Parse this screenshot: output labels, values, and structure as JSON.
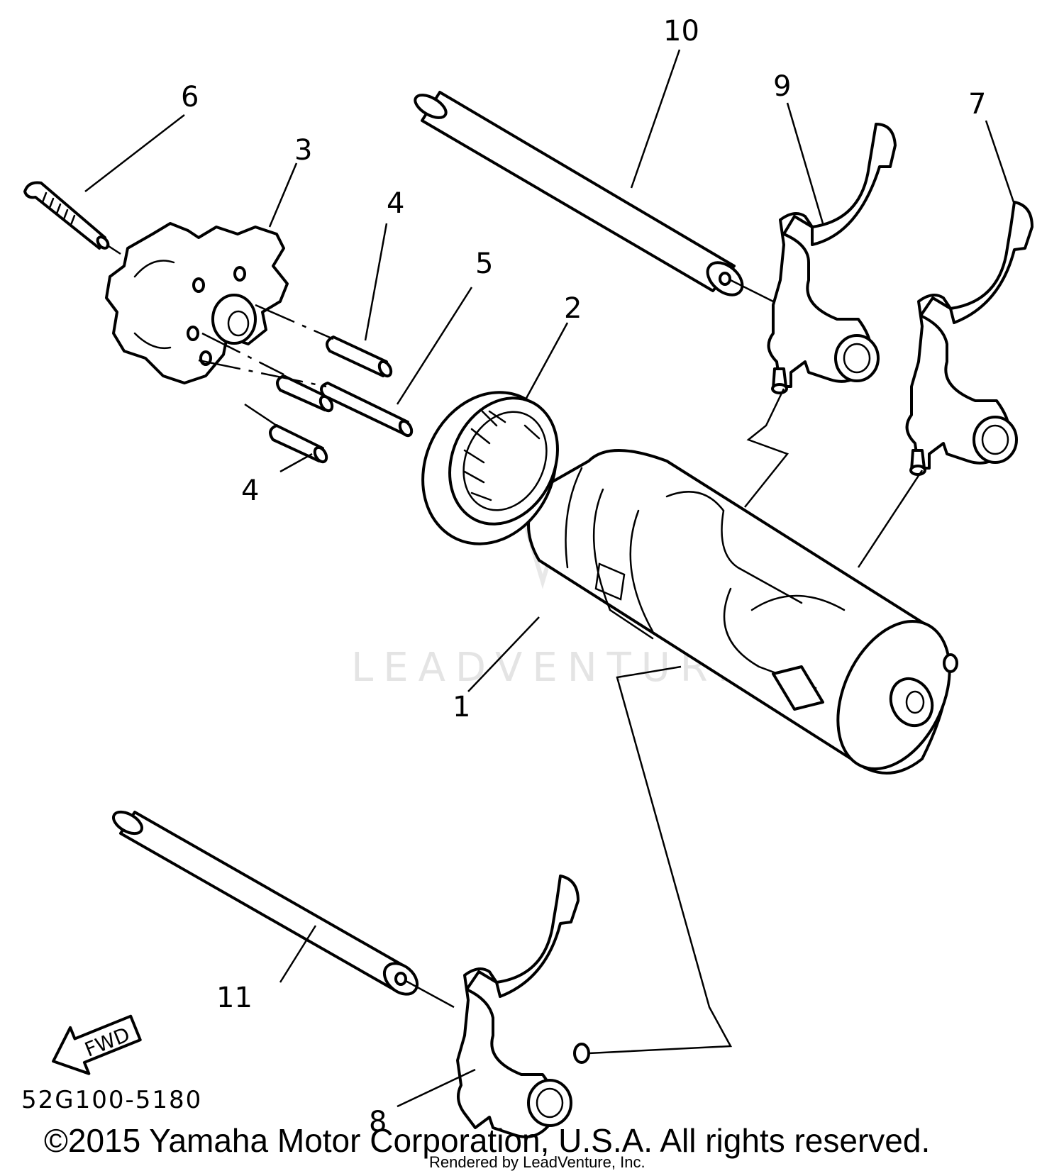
{
  "callouts": {
    "c1": "1",
    "c2": "2",
    "c3": "3",
    "c4a": "4",
    "c4b": "4",
    "c5": "5",
    "c6": "6",
    "c7": "7",
    "c8": "8",
    "c9": "9",
    "c10": "10",
    "c11": "11"
  },
  "fwd_label": "FWD",
  "diagram_code": "52G100-5180",
  "copyright": "©2015 Yamaha Motor Corporation, U.S.A. All rights reserved.",
  "rendered_by": "Rendered by LeadVenture, Inc.",
  "watermark": "LEADVENTURE",
  "colors": {
    "line": "#000000",
    "background": "#ffffff",
    "watermark": "#e4e4e4"
  }
}
